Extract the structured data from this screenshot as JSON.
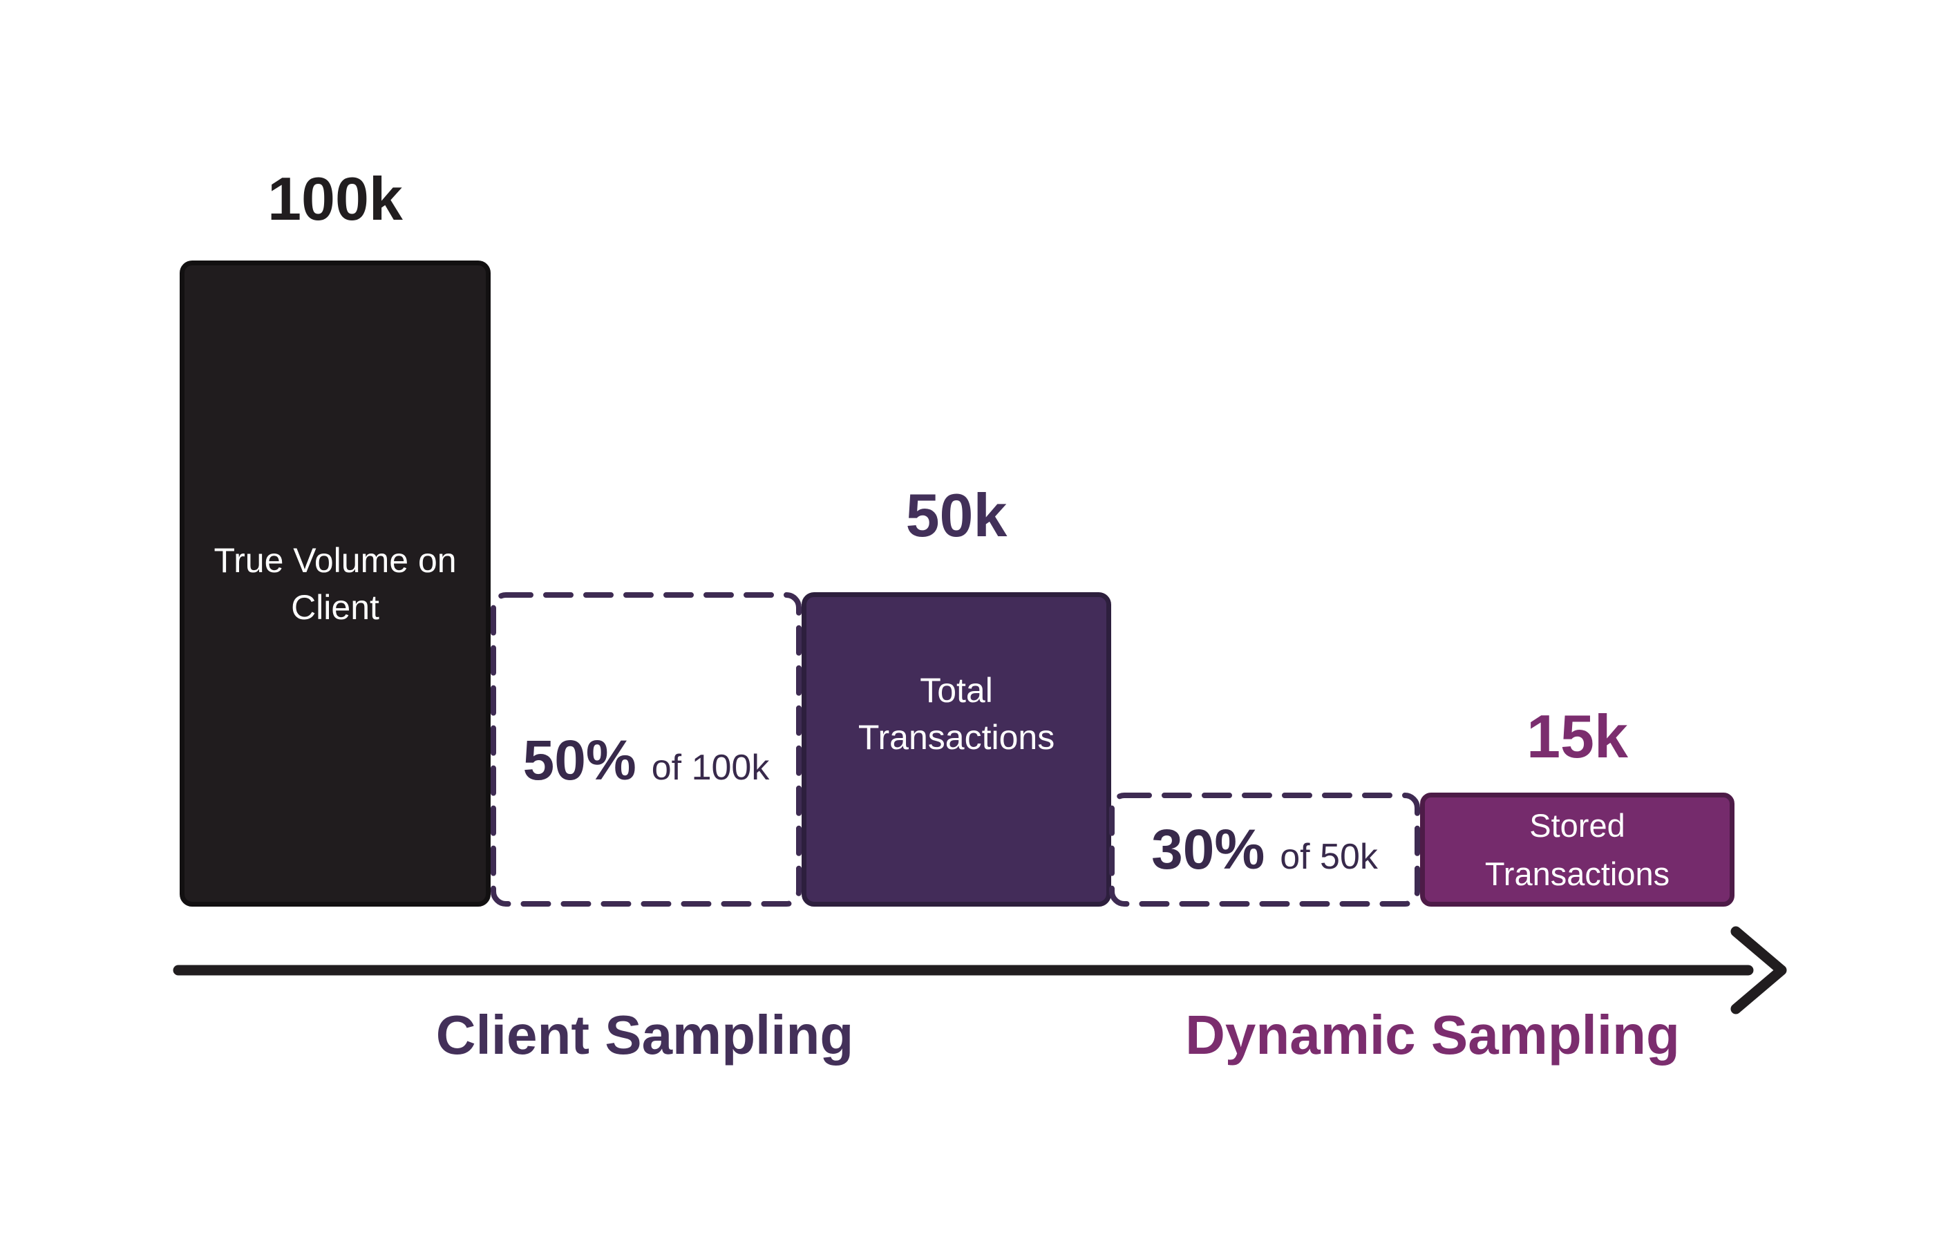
{
  "canvas": {
    "background": "#ffffff"
  },
  "chart_data": {
    "type": "bar",
    "title": "",
    "categories": [
      "True Volume on Client",
      "Total Transactions",
      "Stored Transactions"
    ],
    "values": [
      100000,
      50000,
      15000
    ],
    "value_labels": [
      "100k",
      "50k",
      "15k"
    ],
    "steps": [
      {
        "label": "Client Sampling",
        "rate": "50% of 100k"
      },
      {
        "label": "Dynamic Sampling",
        "rate": "30% of 50k"
      }
    ],
    "xlabel": "",
    "ylabel": "",
    "legend": "none",
    "grid": false
  },
  "diagram": {
    "bars": [
      {
        "id": "true-volume",
        "value_label": "100k",
        "value_color": "#211d1f",
        "label_line1": "True Volume on",
        "label_line2": "Client",
        "fill": "#201c1e",
        "border": "#121011"
      },
      {
        "id": "total-transactions",
        "value_label": "50k",
        "value_color": "#423059",
        "label_line1": "Total",
        "label_line2": "Transactions",
        "fill": "#432c59",
        "border": "#2d1f3d"
      },
      {
        "id": "stored-transactions",
        "value_label": "15k",
        "value_color": "#7b2d6e",
        "label_line1": "Stored",
        "label_line2": "Transactions",
        "fill": "#752b6c",
        "border": "#4d1b47"
      }
    ],
    "steps": [
      {
        "id": "client-sampling",
        "percent": "50%",
        "of_label": "of 100k",
        "axis_label": "Client Sampling",
        "dash_color": "#3e2b52",
        "text_color": "#38294b",
        "axis_label_color": "#433059"
      },
      {
        "id": "dynamic-sampling",
        "percent": "30%",
        "of_label": "of 50k",
        "axis_label": "Dynamic Sampling",
        "dash_color": "#3e2b52",
        "text_color": "#38294b",
        "axis_label_color": "#7b2d6e"
      }
    ],
    "arrow": {
      "color": "#211d1f"
    }
  }
}
